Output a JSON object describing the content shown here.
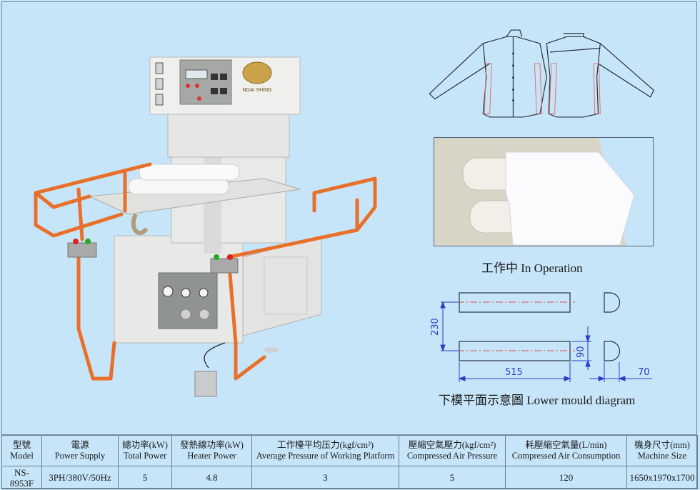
{
  "captions": {
    "in_operation": "工作中 In Operation",
    "lower_mould": "下模平面示意圖 Lower mould diagram"
  },
  "machine": {
    "brand_plate": "NGAI SHING"
  },
  "diagram": {
    "dim_spacing": "230",
    "dim_length": "515",
    "dim_height": "90",
    "dim_width": "70"
  },
  "colors": {
    "background": "#c7e5f8",
    "rail": "#e8702a",
    "line": "#2a3440",
    "dim": "#2740c8",
    "centerline": "#d9534f",
    "highlight": "#e06a6a"
  },
  "spec_table": {
    "headers": [
      {
        "zh": "型號",
        "en": "Model"
      },
      {
        "zh": "電源",
        "en": "Power Supply"
      },
      {
        "zh": "總功率(kW)",
        "en": "Total Power"
      },
      {
        "zh": "發熱線功率(kW)",
        "en": "Heater Power"
      },
      {
        "zh": "工作檯平均压力(kgf/cm²)",
        "en": "Average Pressure of Working Platform"
      },
      {
        "zh": "壓縮空氣壓力(kgf/cm²)",
        "en": "Compressed Air Pressure"
      },
      {
        "zh": "耗壓縮空氣量(L/min)",
        "en": "Compressed Air Consumption"
      },
      {
        "zh": "機身尺寸(mm)",
        "en": "Machine Size"
      }
    ],
    "rows": [
      [
        "NS-8953F",
        "3PH/380V/50Hz",
        "5",
        "4.8",
        "3",
        "5",
        "120",
        "1650x1970x1700"
      ]
    ]
  }
}
